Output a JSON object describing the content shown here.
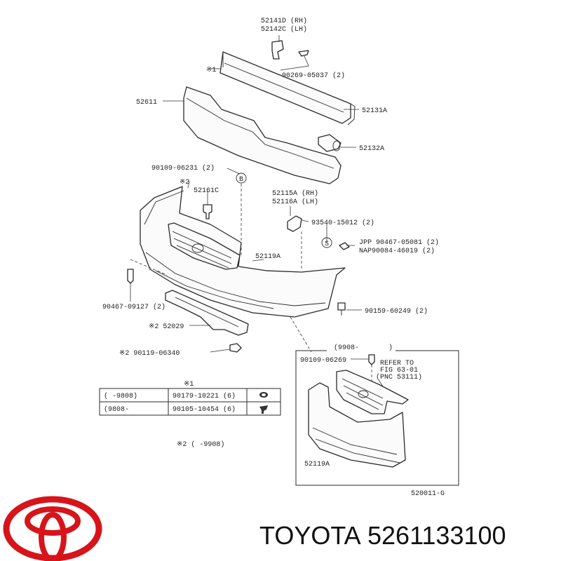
{
  "labels": {
    "retainer_rh": "52141D (RH)",
    "retainer_lh": "52142C (LH)",
    "note1_mark": "※1",
    "clip_90269": "90269-05037 (2)",
    "absorber": "52611",
    "reinforcement": "52131A",
    "stay_52132a": "52132A",
    "clip_90109_a": "90109-06231 (2)",
    "circle_b": "B",
    "note2_mark": "※2",
    "retainer_52161c": "52161C",
    "bracket_rh": "52115A (RH)",
    "bracket_lh": "52116A (LH)",
    "screw_93540": "93540-15012 (2)",
    "circle_s": "S",
    "nut_jpp": "JPP 90467-05081 (2)",
    "nut_nap": "NAP90084-46019 (2)",
    "bumper_cover": "52119A",
    "clip_90467": "90467-09127 (2)",
    "bolt_90159": "90159-60249 (2)",
    "note2_52029": "※2  52029",
    "note2_90119": "※2  90119-06340",
    "inset_date": "(9908-",
    "inset_date_close": ")",
    "clip_90109_b": "90109-06269",
    "refer_line1": "REFER TO",
    "refer_line2": "FIG 63-01",
    "refer_line3": "(PNC 53111)",
    "inset_cover": "52119A",
    "figure_id": "520011-G",
    "note2_footer": "※2  (      -9908)"
  },
  "table": {
    "header": "※1",
    "rows": [
      {
        "range": "(      -9808)",
        "part": "90179-10221 (6)"
      },
      {
        "range": "(9808-       ",
        "part": "90105-10454 (6)"
      }
    ]
  },
  "brand": {
    "name": "TOYOTA",
    "part_number": "5261133100",
    "logo_color": "#d7141a"
  }
}
